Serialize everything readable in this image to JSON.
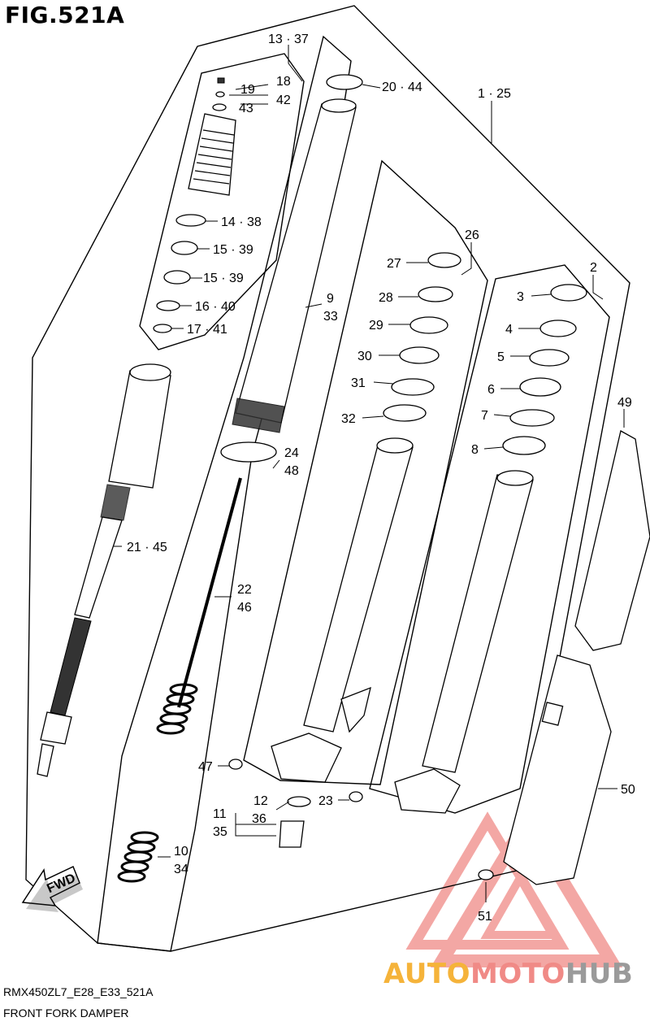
{
  "figure_title": "FIG.521A",
  "model_code": "RMX450ZL7_E28_E33_521A",
  "caption": "FRONT FORK DAMPER",
  "fwd_label": "FWD",
  "watermark": {
    "part1": "AUTO",
    "part2": "MOTO",
    "part3": "HUB"
  },
  "callouts": {
    "c13_37": "13 · 37",
    "c19": "19",
    "c18": "18",
    "c42": "42",
    "c43": "43",
    "c20_44": "20 · 44",
    "c1_25": "1 · 25",
    "c14_38": "14 · 38",
    "c15_39a": "15 · 39",
    "c15_39b": "15 · 39",
    "c16_40": "16 · 40",
    "c17_41": "17 · 41",
    "c26": "26",
    "c27": "27",
    "c28": "28",
    "c29": "29",
    "c30": "30",
    "c31": "31",
    "c32": "32",
    "c2": "2",
    "c3": "3",
    "c4": "4",
    "c5": "5",
    "c6": "6",
    "c7": "7",
    "c8": "8",
    "c9": "9",
    "c33": "33",
    "c24": "24",
    "c48": "48",
    "c21_45": "21 · 45",
    "c22": "22",
    "c46": "46",
    "c49": "49",
    "c50": "50",
    "c47": "47",
    "c12": "12",
    "c36": "36",
    "c23": "23",
    "c11": "11",
    "c35": "35",
    "c10": "10",
    "c34": "34",
    "c51": "51"
  },
  "colors": {
    "watermark_orange": "#f5b33a",
    "watermark_red": "#f08a86",
    "watermark_grey": "#9a9a9a",
    "line": "#000000"
  }
}
